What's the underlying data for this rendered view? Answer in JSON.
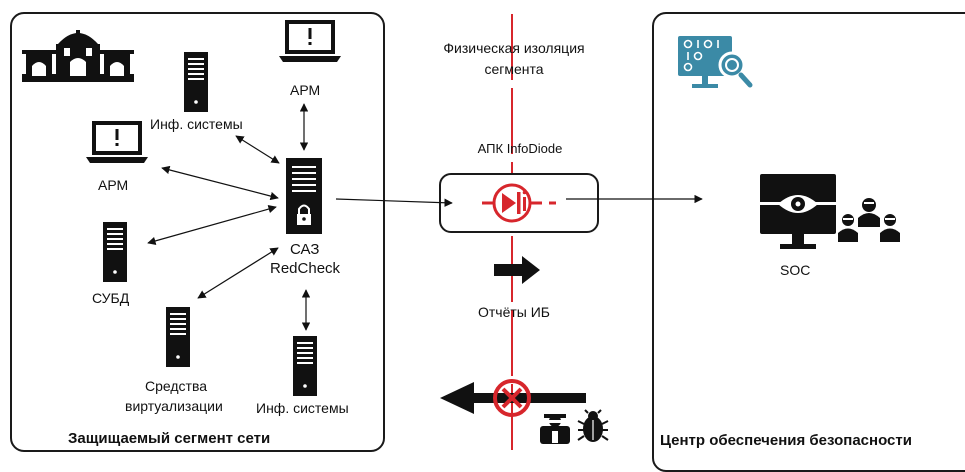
{
  "protected_segment": {
    "title": "Защищаемый сегмент сети",
    "nodes": {
      "arm_top": "АРМ",
      "arm_left": "АРМ",
      "inf_systems_top": "Инф. системы",
      "dbms": "СУБД",
      "virtualization_line1": "Средства",
      "virtualization_line2": "виртуализации",
      "inf_systems_bottom": "Инф. системы",
      "saz_line1": "САЗ",
      "saz_line2": "RedCheck"
    }
  },
  "isolation": {
    "title_line1": "Физическая изоляция",
    "title_line2": "сегмента",
    "diode_label": "АПК InfoDiode",
    "reports_label": "Отчёты ИБ",
    "accent_color": "#d7262c"
  },
  "soc_center": {
    "title": "Центр обеспечения безопасности",
    "soc_label": "SOC",
    "monitor_icon_color": "#3b8aa6"
  }
}
